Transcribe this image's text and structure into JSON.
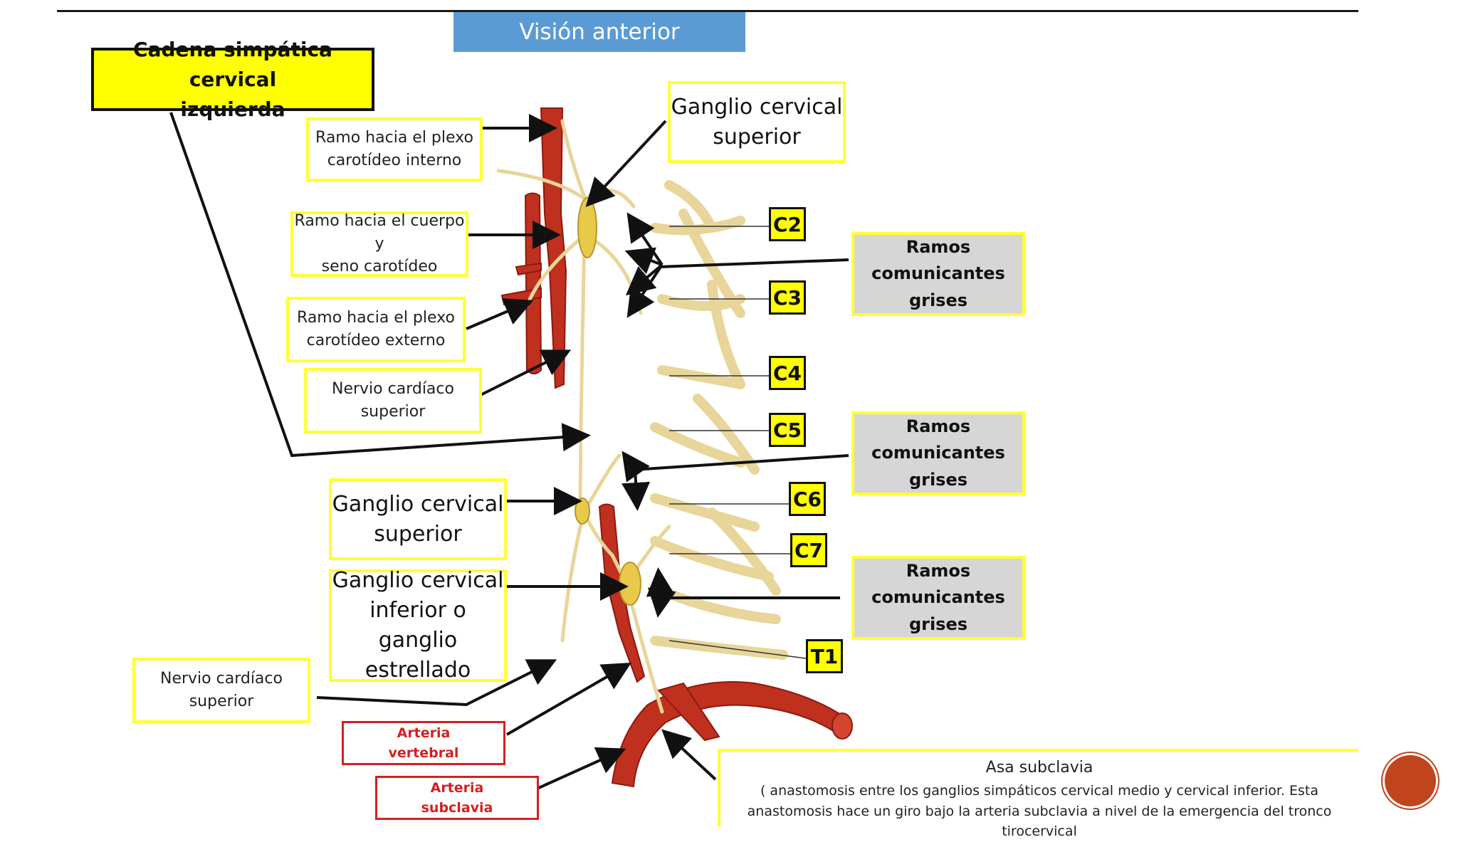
{
  "slide": {
    "title": "Visión anterior",
    "main_label": "Cadena simpática cervical\nizquierda"
  },
  "labels": {
    "ramo_carotideo_interno": "Ramo hacia el plexo\ncarotídeo interno",
    "ramo_cuerpo_seno": "Ramo hacia el cuerpo y\nseno carotídeo",
    "ramo_carotideo_externo": "Ramo hacia el plexo\ncarotídeo  externo",
    "nervio_cardiaco_1": "Nervio cardíaco\nsuperior",
    "ganglio_superior_top": "Ganglio cervical\nsuperior",
    "ganglio_superior_mid": "Ganglio cervical\nsuperior",
    "ganglio_inferior": "Ganglio cervical\ninferior o\nganglio estrellado",
    "nervio_cardiaco_2": "Nervio cardíaco\nsuperior",
    "arteria_vertebral": "Arteria\nvertebral",
    "arteria_subclavia": "Arteria\nsubclavia",
    "ramos_1": "Ramos\ncomunicantes\ngrises",
    "ramos_2": "Ramos\ncomunicantes\ngrises",
    "ramos_3": "Ramos\ncomunicantes\ngrises"
  },
  "vertebrae": [
    "C2",
    "C3",
    "C4",
    "C5",
    "C6",
    "C7",
    "T1"
  ],
  "asa": {
    "title": "Asa  subclavia",
    "description": "( anastomosis entre los ganglios simpáticos cervical medio y cervical inferior. Esta anastomosis hace un giro bajo la arteria subclavia a nivel de la emergencia del tronco tirocervical"
  },
  "colors": {
    "banner": "#5b9bd5",
    "label_border": "#ffff33",
    "artery": "#c0301e",
    "nerve": "#e8d59a",
    "ganglion": "#e8c94a",
    "accent_circle": "#c0441c"
  }
}
